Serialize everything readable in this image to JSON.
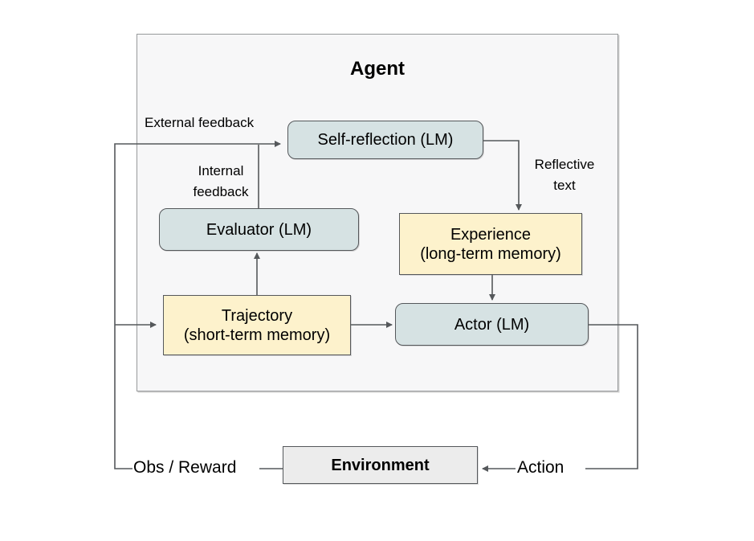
{
  "diagram": {
    "agent_title": "Agent",
    "nodes": {
      "self_reflection": "Self-reflection (LM)",
      "evaluator": "Evaluator (LM)",
      "experience": "Experience\n(long-term memory)",
      "trajectory": "Trajectory\n(short-term memory)",
      "actor": "Actor (LM)",
      "environment": "Environment"
    },
    "labels": {
      "external_feedback": "External feedback",
      "internal_feedback": "Internal\nfeedback",
      "reflective_text": "Reflective\ntext",
      "obs_reward": "Obs / Reward",
      "action": "Action"
    },
    "colors": {
      "lm_node_fill": "#d6e2e3",
      "memory_node_fill": "#fdf2cc",
      "environment_fill": "#ececec",
      "agent_container_fill": "#f7f7f8",
      "agent_container_border": "#97999b",
      "node_border": "#55585b",
      "connector_line": "#55585b",
      "text": "#000000",
      "background": "#ffffff"
    }
  }
}
